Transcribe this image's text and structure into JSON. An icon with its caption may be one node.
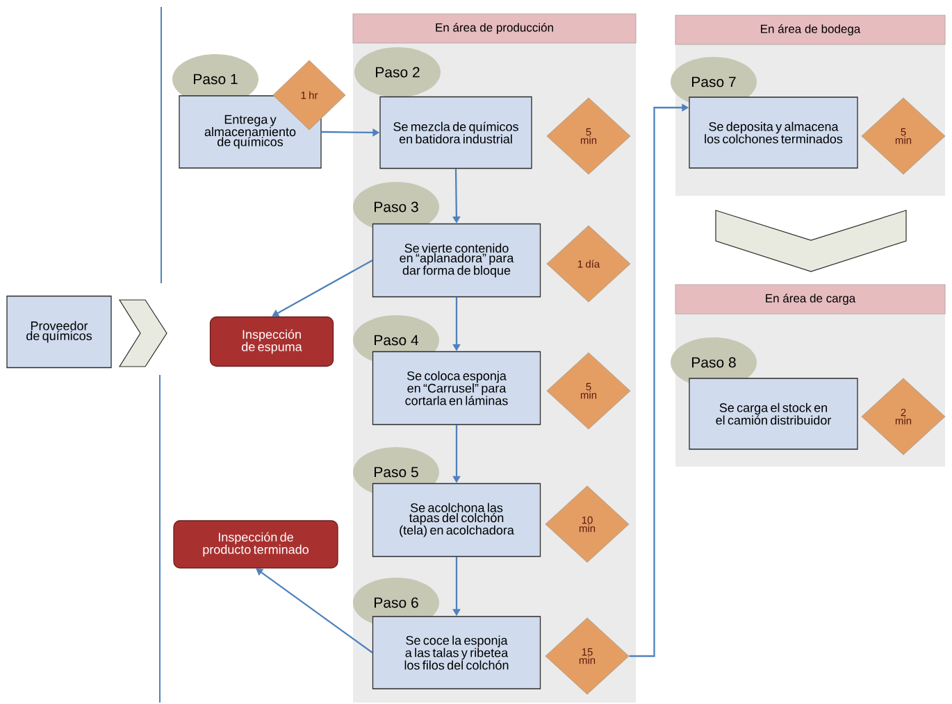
{
  "diagram": {
    "nodes": [
      {
        "text": [
          "Proveedor de químicos"
        ]
      },
      {
        "text": [],
        "shape": "chevron"
      },
      {
        "text": [
          "Paso 1"
        ]
      },
      {
        "text": [
          "Entrega y almacenamiento de químicos"
        ]
      },
      {
        "text": [
          "1 hr"
        ]
      },
      {
        "text": [
          "Inspección de espuma"
        ]
      },
      {
        "text": [
          "Inspección de producto terminado"
        ]
      },
      {
        "text": [
          "En área de producción"
        ]
      },
      {
        "text": [
          "Paso 2"
        ],
        "in": 7
      },
      {
        "text": [
          "Se mezcla de químicos en batidora industrial"
        ],
        "in": 7
      },
      {
        "text": [
          "5 min"
        ],
        "in": 7
      },
      {
        "text": [
          "Paso 3"
        ],
        "in": 7
      },
      {
        "text": [
          "Se vierte contenido en “aplanadora” para dar forma de bloque"
        ],
        "in": 7
      },
      {
        "text": [
          "1 día"
        ],
        "in": 7
      },
      {
        "text": [
          "Paso 4"
        ],
        "in": 7
      },
      {
        "text": [
          "Se coloca esponja en “Carrusel” para cortarla en láminas"
        ],
        "in": 7
      },
      {
        "text": [
          "5 min"
        ],
        "in": 7
      },
      {
        "text": [
          "Paso 5"
        ],
        "in": 7
      },
      {
        "text": [
          "Se acolchona las tapas del colchón (tela) en acolchadora"
        ],
        "in": 7
      },
      {
        "text": [
          "10 min"
        ],
        "in": 7
      },
      {
        "text": [
          "Paso 6"
        ],
        "in": 7
      },
      {
        "text": [
          "Se coce la esponja a las talas y ribetea los filos del colchón"
        ],
        "in": 7
      },
      {
        "text": [
          "15 min"
        ],
        "in": 7
      },
      {
        "text": [
          "En área de bodega"
        ]
      },
      {
        "text": [
          "Paso 7"
        ],
        "in": 23
      },
      {
        "text": [
          "Se deposita y almacena los colchones terminados"
        ],
        "in": 23
      },
      {
        "text": [
          "5 min"
        ],
        "in": 23
      },
      {
        "text": [],
        "shape": "chevron"
      },
      {
        "text": [
          "En área de carga"
        ]
      },
      {
        "text": [
          "Paso 8"
        ],
        "in": 28
      },
      {
        "text": [
          "Se carga el stock en el camión distribuidor"
        ],
        "in": 28
      },
      {
        "text": [
          "2 min"
        ],
        "in": 28
      }
    ],
    "edges": [
      {
        "from": 3,
        "to": 9,
        "arrow": "to"
      },
      {
        "from": 9,
        "to": 12,
        "arrow": "to"
      },
      {
        "from": 12,
        "to": 5,
        "arrow": "to"
      },
      {
        "from": 12,
        "to": 15,
        "arrow": "to"
      },
      {
        "from": 15,
        "to": 18,
        "arrow": "to"
      },
      {
        "from": 18,
        "to": 21,
        "arrow": "to"
      },
      {
        "from": 21,
        "to": 6,
        "arrow": "to"
      },
      {
        "from": 22,
        "to": 25,
        "arrow": "to"
      }
    ]
  }
}
